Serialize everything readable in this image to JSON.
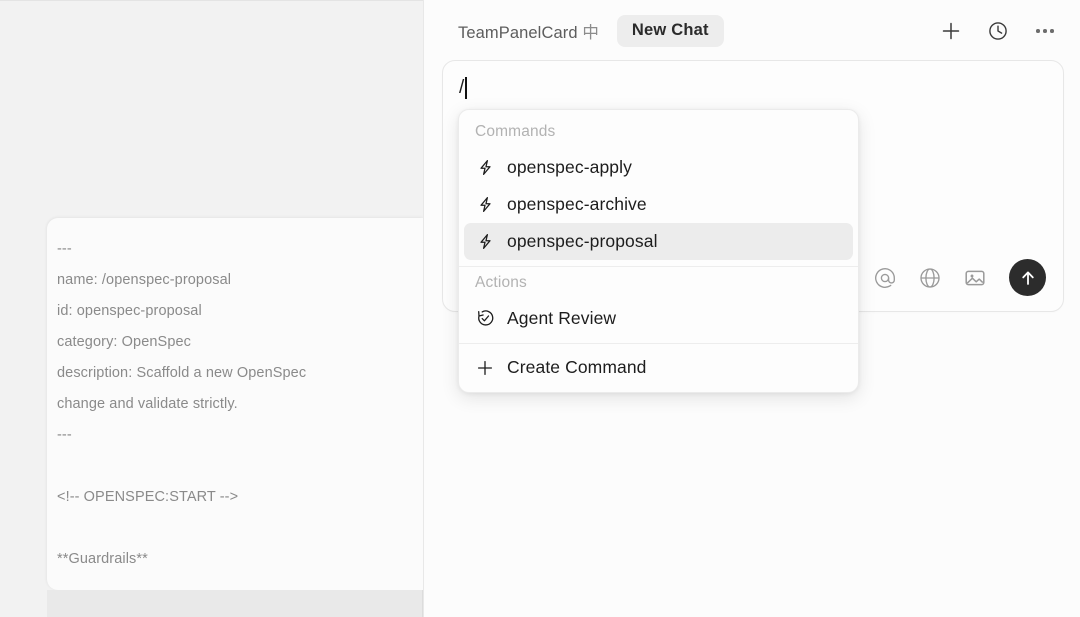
{
  "window": {
    "background_color": "#f1f1f1",
    "left_pane_color": "#f2f2f2",
    "right_pane_color": "#fcfcfc"
  },
  "document_panel": {
    "name": "openspec-proposal-markdown-preview",
    "card_background": "#fbfbfb",
    "text_color": "#8a8a8a",
    "lines": [
      "---",
      "name: /openspec-proposal",
      "id: openspec-proposal",
      "category: OpenSpec",
      "description: Scaffold a new OpenSpec",
      "change and validate strictly.",
      "---",
      "",
      "<!-- OPENSPEC:START -->",
      "",
      "**Guardrails**"
    ],
    "scrollbar": {
      "track_color": "#e0e0e0",
      "thumb_color": "#c6c6c6"
    }
  },
  "chat_panel": {
    "header": {
      "title": "TeamPanelCard",
      "title_suffix": "中",
      "new_chat_label": "New Chat",
      "new_chat_bg": "#ededed",
      "actions": [
        {
          "name": "new-chat-plus-icon",
          "icon": "plus-icon"
        },
        {
          "name": "history-icon",
          "icon": "clock-icon"
        },
        {
          "name": "more-options-icon",
          "icon": "ellipsis-icon"
        }
      ]
    },
    "composer": {
      "value": "/",
      "placeholder": "",
      "tools": [
        {
          "name": "mention-icon",
          "icon": "at-icon"
        },
        {
          "name": "web-search-icon",
          "icon": "globe-icon"
        },
        {
          "name": "attach-image-icon",
          "icon": "image-icon"
        }
      ],
      "send_button": {
        "name": "send-button",
        "icon": "arrow-up-icon",
        "bg": "#2c2c2c"
      }
    },
    "command_menu": {
      "groups": [
        {
          "label": "Commands",
          "items": [
            {
              "label": "openspec-apply",
              "icon": "lightning-icon",
              "selected": false
            },
            {
              "label": "openspec-archive",
              "icon": "lightning-icon",
              "selected": false
            },
            {
              "label": "openspec-proposal",
              "icon": "lightning-icon",
              "selected": true
            }
          ]
        },
        {
          "label": "Actions",
          "items": [
            {
              "label": "Agent Review",
              "icon": "check-circle-arrow-icon",
              "selected": false
            }
          ]
        }
      ],
      "footer": {
        "label": "Create Command",
        "icon": "plus-icon"
      },
      "selected_bg": "#ececec",
      "group_label_color": "#b2b2b2"
    }
  }
}
